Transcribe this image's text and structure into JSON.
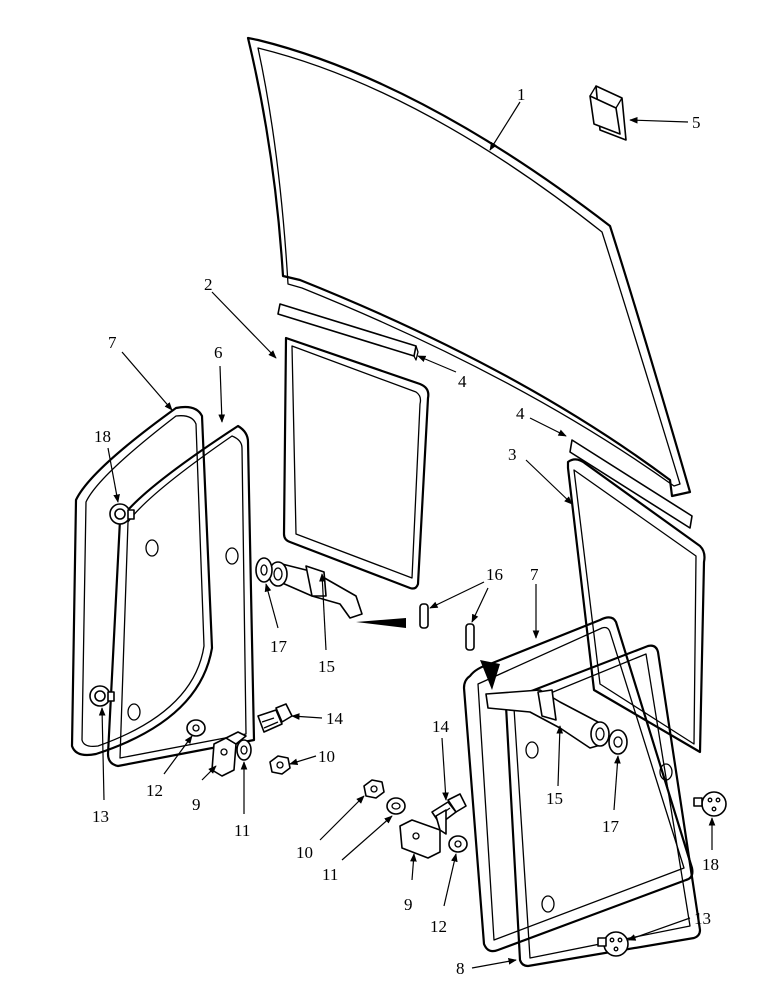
{
  "callouts": {
    "c1": "1",
    "c2": "2",
    "c3": "3",
    "c4a": "4",
    "c4b": "4",
    "c5": "5",
    "c6": "6",
    "c7a": "7",
    "c7b": "7",
    "c8": "8",
    "c9a": "9",
    "c9b": "9",
    "c10a": "10",
    "c10b": "10",
    "c11a": "11",
    "c11b": "11",
    "c12a": "12",
    "c12b": "12",
    "c13a": "13",
    "c13b": "13",
    "c14a": "14",
    "c14b": "14",
    "c15a": "15",
    "c15b": "15",
    "c16": "16",
    "c17a": "17",
    "c17b": "17",
    "c18a": "18",
    "c18b": "18"
  }
}
